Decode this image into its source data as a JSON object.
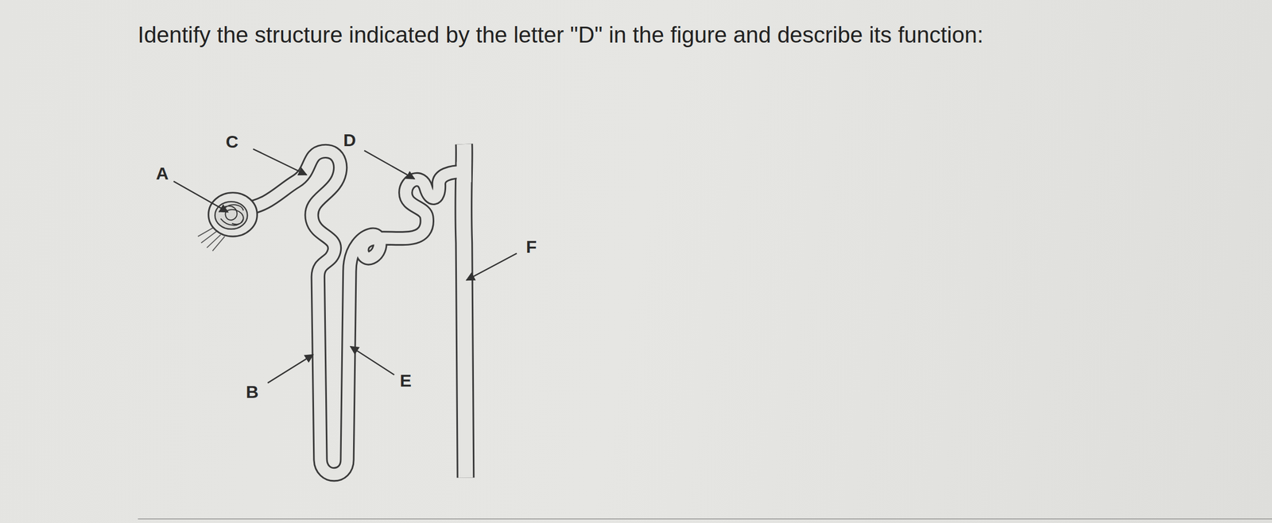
{
  "diagram": {
    "title": "Identify the structure indicated by the letter \"D\" in the figure and describe its function:",
    "labels": [
      "A",
      "B",
      "C",
      "D",
      "E",
      "F"
    ]
  }
}
